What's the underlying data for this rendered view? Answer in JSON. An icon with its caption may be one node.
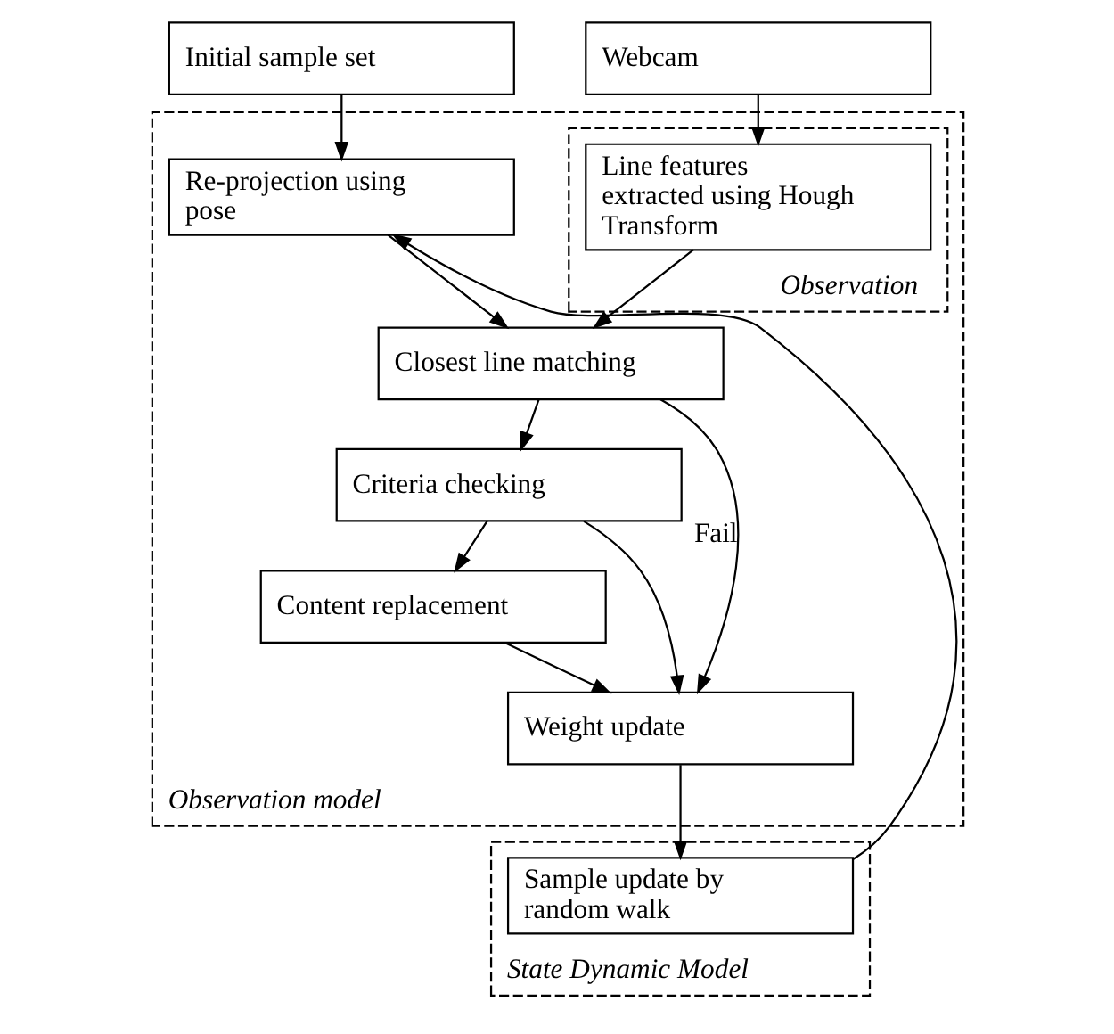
{
  "diagram": {
    "nodes": [
      {
        "text": [
          "Initial sample set"
        ]
      },
      {
        "text": [
          "Webcam"
        ]
      },
      {
        "text": [
          "Observation model"
        ]
      },
      {
        "text": [
          "Re-projection using pose"
        ],
        "in": 2
      },
      {
        "text": [
          "Observation"
        ],
        "in": 2
      },
      {
        "text": [
          "Line features extracted using Hough Transform"
        ],
        "in": 4
      },
      {
        "text": [
          "Closest line matching"
        ],
        "in": 2
      },
      {
        "text": [
          "Criteria checking"
        ],
        "in": 2
      },
      {
        "text": [
          "Content replacement"
        ],
        "in": 2
      },
      {
        "text": [
          "Weight update"
        ],
        "in": 2
      },
      {
        "text": [
          "State Dynamic Model"
        ]
      },
      {
        "text": [
          "Sample update by random walk"
        ],
        "in": 10
      }
    ],
    "edges": [
      {
        "from": 0,
        "to": 3,
        "arrow": "to"
      },
      {
        "from": 1,
        "to": 5,
        "arrow": "to"
      },
      {
        "from": 3,
        "to": 6,
        "arrow": "to"
      },
      {
        "from": 5,
        "to": 6,
        "arrow": "to"
      },
      {
        "from": 6,
        "to": 7,
        "arrow": "to"
      },
      {
        "from": 7,
        "to": 8,
        "arrow": "to"
      },
      {
        "from": 8,
        "to": 9,
        "arrow": "to"
      },
      {
        "from": 6,
        "to": 9,
        "arrow": "to",
        "label": "Fail"
      },
      {
        "from": 7,
        "to": 9,
        "arrow": "to"
      },
      {
        "from": 9,
        "to": 11,
        "arrow": "to"
      },
      {
        "from": 11,
        "to": 3,
        "arrow": "to"
      }
    ]
  }
}
